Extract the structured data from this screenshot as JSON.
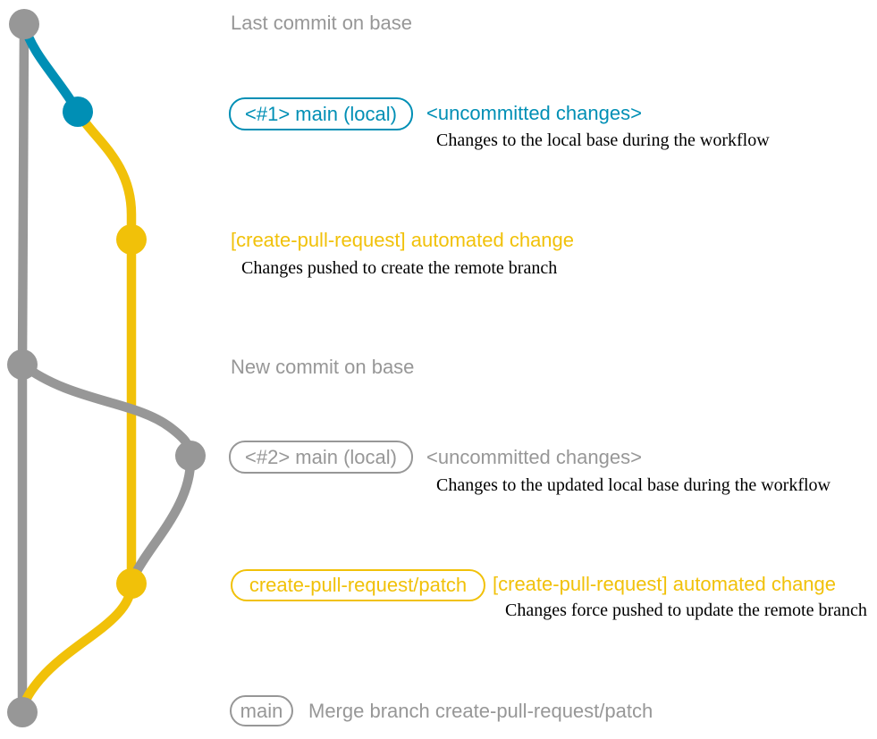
{
  "colors": {
    "gray": "#979797",
    "teal": "#008fb5",
    "yellow": "#f1c109",
    "annotation": "#000000",
    "background": "#ffffff"
  },
  "diagram": {
    "events": {
      "last_commit_on_base": "Last commit on base",
      "new_commit_on_base": "New commit on base"
    },
    "rows": {
      "local1": {
        "badge": "<#1> main (local)",
        "note": "<uncommitted changes>",
        "description": "Changes to the local base during the workflow"
      },
      "push1": {
        "title": "[create-pull-request] automated change",
        "description": "Changes pushed to create the remote branch"
      },
      "local2": {
        "badge": "<#2> main (local)",
        "note": "<uncommitted changes>",
        "description": "Changes to the updated local base during the workflow"
      },
      "push2": {
        "badge": "create-pull-request/patch",
        "title": "[create-pull-request] automated change",
        "description": "Changes force pushed to update the remote branch"
      },
      "merge": {
        "badge": "main",
        "message": "Merge branch create-pull-request/patch"
      }
    }
  }
}
